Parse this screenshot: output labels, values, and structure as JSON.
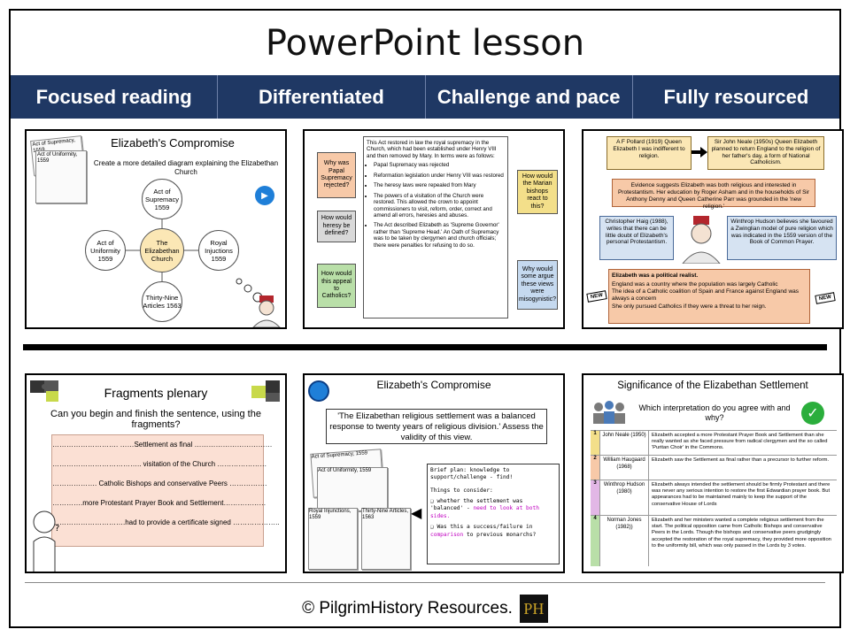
{
  "title": "PowerPoint lesson",
  "features": [
    "Focused reading",
    "Differentiated",
    "Challenge and pace",
    "Fully resourced"
  ],
  "slide1": {
    "heading": "Elizabeth's Compromise",
    "instruction": "Create a more detailed diagram explaining the Elizabethan Church",
    "paper_labels": [
      "Act of Supremacy, 1559",
      "Act of Uniformity, 1559"
    ],
    "center": "The Elizabethan Church",
    "nodes": [
      "Act of Supremacy 1559",
      "Act of Uniformity 1559",
      "Royal Injuctions 1559",
      "Thirty-Nine Articles 1563"
    ]
  },
  "slide2": {
    "left_questions": [
      "Why was Papal Supremacy rejected?",
      "How would heresy be defined?",
      "How would this appeal to Catholics?"
    ],
    "right_questions": [
      "How would the Marian bishops react to this?",
      "Why would some argue these views were misogynistic?"
    ],
    "intro": "This Act restored in law the royal supremacy in the Church, which had been established under Henry VIII and then removed by Mary. In terms were as follows:",
    "bullets": [
      "Papal Supremacy was rejected",
      "Reformation legislation under Henry VIII was restored",
      "The heresy laws were repealed from Mary",
      "The powers of a visitation of the Church were restored. This allowed the crown to appoint commissioners to visit, reform, order, correct and amend all errors, heresies and abuses.",
      "The Act described Elizabeth as 'Supreme Governor' rather than 'Supreme Head.' An Oath of Supremacy was to be taken by clergymen and church officials; there were penalties for refusing to do so."
    ]
  },
  "slide3": {
    "pollard": "A F Pollard (1919) Queen Elizabeth I was indifferent to religion.",
    "neale": "Sir John Neale (1950s) Queen Elizabeth planned to return England to the religion of her father's day, a form of National Catholicism.",
    "evidence": "Evidence suggests Elizabeth was both religious and interested in Protestantism. Her education by Roger Asham and in the households of Sir Anthony Denny and Queen Catherine Parr was grounded in the 'new religion.'",
    "haigh": "Christopher Haig (1988), writes that there can be little doubt of Elizabeth's personal Protestantism.",
    "hudson": "Winthrop Hudson believes she favoured a Zwinglian model of pure religion which was indicated in the 1559 version of the Book of Common Prayer.",
    "realist_title": "Elizabeth was a political realist.",
    "realist_points": [
      "England was a country where the population was largely Catholic",
      "The idea of a Catholic coalition of Spain and France against England was always a concern",
      "She only pursued Catholics if they were a threat to her reign."
    ],
    "new_label": "NEW"
  },
  "slide4": {
    "heading": "Fragments plenary",
    "question": "Can you begin and finish the sentence, using the fragments?",
    "fragments": [
      "………………………. ……Settlement as final ……………………………",
      "……………………………….. visitation of the Church …………………",
      "………………. Catholic Bishops and conservative Peers …………….",
      "………….more Protestant Prayer Book and Settlement………………",
      "………………………….had to provide a certificate signed ……………….."
    ]
  },
  "slide5": {
    "heading": "Elizabeth's Compromise",
    "quote": "'The Elizabethan religious settlement was a balanced response to twenty years of religious division.' Assess the validity of this view.",
    "plan_title": "Brief plan: knowledge to support/challenge - find!",
    "consider": "Things to consider:",
    "bullet1_a": "whether the settlement was 'balanced' -",
    "bullet1_b": "need to look at both sides.",
    "bullet2_a": "Was this a success/failure in",
    "bullet2_b": "comparison",
    "bullet2_c": "to previous monarchs?",
    "paper_labels": [
      "Act of Supremacy, 1559",
      "Act of Uniformity, 1559",
      "Royal Injunctions, 1559",
      "Thirty-Nine Articles, 1563"
    ]
  },
  "slide6": {
    "heading": "Significance of the Elizabethan Settlement",
    "question": "Which interpretation do you agree with and why?",
    "rows": [
      {
        "num": "1",
        "who": "John Neale (1950)",
        "text": "Elizabeth accepted a more Protestant Prayer Book and Settlement than she really wanted as she faced pressure from radical clergymen and the so called 'Puritan Choir' in the Commons.",
        "color": "#f3df8a"
      },
      {
        "num": "2",
        "who": "William Haugaard (1968)",
        "text": "Elizabeth saw the Settlement as final rather than a precursor to further reform.",
        "color": "#f7c9a8"
      },
      {
        "num": "3",
        "who": "Winthrop Hudson (1980)",
        "text": "Elizabeth always intended the settlement should be firmly Protestant and there was never any serious intention to restore the first Edwardian prayer book. But appearances had to be maintained mainly to keep the support of the conservative House of Lords",
        "color": "#e2b7e6"
      },
      {
        "num": "4",
        "who": "Norman Jones (1982))",
        "text": "Elizabeth and her ministers wanted a complete religious settlement from the start. The political opposition came from Catholic Bishops and conservative Peers in the Lords. Though the bishops and conservative peers grudgingly accepted the restoration of the royal supremacy, they provided more opposition to the uniformity bill, which was only passed in the Lords by 3 votes.",
        "color": "#b9dfa8"
      }
    ]
  },
  "footer": {
    "copyright": "© PilgrimHistory Resources.",
    "logo": "PH"
  }
}
